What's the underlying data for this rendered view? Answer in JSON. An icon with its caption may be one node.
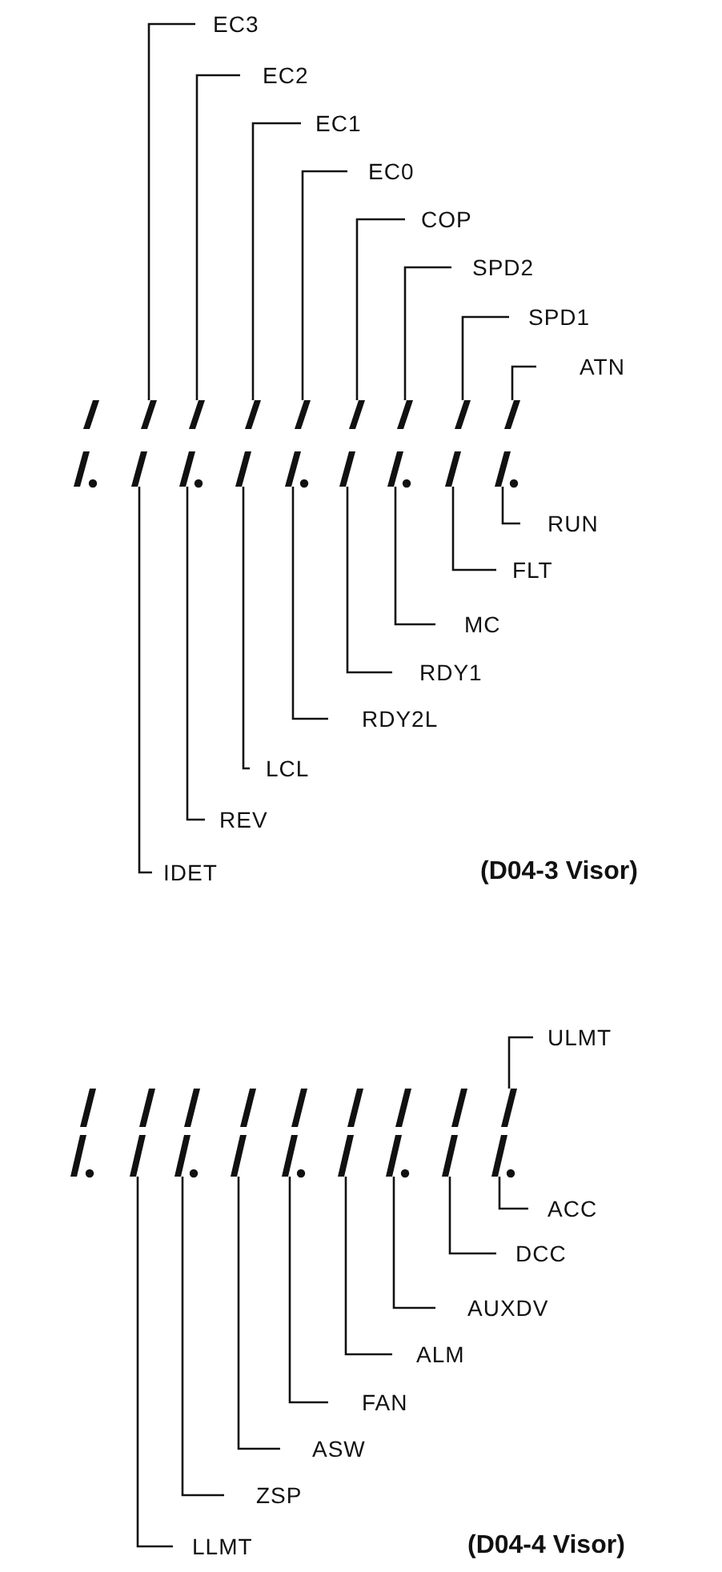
{
  "diagram": {
    "nodes": [
      {
        "text": [
          "EC3"
        ]
      },
      {
        "text": [
          "EC2"
        ]
      },
      {
        "text": [
          "EC1"
        ]
      },
      {
        "text": [
          "EC0"
        ]
      },
      {
        "text": [
          "COP"
        ]
      },
      {
        "text": [
          "SPD2"
        ]
      },
      {
        "text": [
          "SPD1"
        ]
      },
      {
        "text": [
          "ATN"
        ]
      },
      {
        "text": [],
        "shape": "bar"
      },
      {
        "text": [],
        "shape": "bar"
      },
      {
        "text": [],
        "shape": "bar"
      },
      {
        "text": [],
        "shape": "bar"
      },
      {
        "text": [],
        "shape": "bar"
      },
      {
        "text": [],
        "shape": "bar"
      },
      {
        "text": [],
        "shape": "bar"
      },
      {
        "text": [],
        "shape": "bar"
      },
      {
        "text": [],
        "shape": "bar"
      },
      {
        "text": [],
        "shape": "bar"
      },
      {
        "text": [],
        "shape": "bar"
      },
      {
        "text": [],
        "shape": "bar"
      },
      {
        "text": [],
        "shape": "bar"
      },
      {
        "text": [],
        "shape": "bar"
      },
      {
        "text": [],
        "shape": "bar"
      },
      {
        "text": [],
        "shape": "bar"
      },
      {
        "text": [
          "RUN"
        ]
      },
      {
        "text": [
          "FLT"
        ]
      },
      {
        "text": [
          "MC"
        ]
      },
      {
        "text": [
          "RDY1"
        ]
      },
      {
        "text": [
          "RDY2L"
        ]
      },
      {
        "text": [
          "LCL"
        ]
      },
      {
        "text": [
          "REV"
        ]
      },
      {
        "text": [
          "IDET"
        ]
      },
      {
        "text": [
          "ULMT"
        ]
      },
      {
        "text": [],
        "shape": "bar"
      },
      {
        "text": [],
        "shape": "bar"
      },
      {
        "text": [],
        "shape": "bar"
      },
      {
        "text": [],
        "shape": "bar"
      },
      {
        "text": [],
        "shape": "bar"
      },
      {
        "text": [],
        "shape": "bar"
      },
      {
        "text": [],
        "shape": "bar"
      },
      {
        "text": [],
        "shape": "bar"
      },
      {
        "text": [],
        "shape": "bar"
      },
      {
        "text": [
          "ACC"
        ]
      },
      {
        "text": [
          "DCC"
        ]
      },
      {
        "text": [
          "AUXDV"
        ]
      },
      {
        "text": [
          "ALM"
        ]
      },
      {
        "text": [
          "FAN"
        ]
      },
      {
        "text": [
          "ASW"
        ]
      },
      {
        "text": [
          "ZSP"
        ]
      },
      {
        "text": [
          "LLMT"
        ]
      }
    ],
    "edges": [
      {
        "from": 0,
        "to": 8,
        "arrow": "none"
      },
      {
        "from": 1,
        "to": 9,
        "arrow": "none"
      },
      {
        "from": 2,
        "to": 10,
        "arrow": "none"
      },
      {
        "from": 3,
        "to": 11,
        "arrow": "none"
      },
      {
        "from": 4,
        "to": 12,
        "arrow": "none"
      },
      {
        "from": 5,
        "to": 13,
        "arrow": "none"
      },
      {
        "from": 6,
        "to": 14,
        "arrow": "none"
      },
      {
        "from": 7,
        "to": 15,
        "arrow": "none"
      },
      {
        "from": 24,
        "to": 23,
        "arrow": "none"
      },
      {
        "from": 25,
        "to": 22,
        "arrow": "none"
      },
      {
        "from": 26,
        "to": 21,
        "arrow": "none"
      },
      {
        "from": 27,
        "to": 20,
        "arrow": "none"
      },
      {
        "from": 28,
        "to": 19,
        "arrow": "none"
      },
      {
        "from": 29,
        "to": 18,
        "arrow": "none"
      },
      {
        "from": 30,
        "to": 17,
        "arrow": "none"
      },
      {
        "from": 31,
        "to": 16,
        "arrow": "none"
      },
      {
        "from": 32,
        "to": 33,
        "arrow": "none"
      },
      {
        "from": 42,
        "to": 41,
        "arrow": "none"
      },
      {
        "from": 43,
        "to": 40,
        "arrow": "none"
      },
      {
        "from": 44,
        "to": 39,
        "arrow": "none"
      },
      {
        "from": 45,
        "to": 38,
        "arrow": "none"
      },
      {
        "from": 46,
        "to": 37,
        "arrow": "none"
      },
      {
        "from": 47,
        "to": 36,
        "arrow": "none"
      },
      {
        "from": 48,
        "to": 35,
        "arrow": "none"
      },
      {
        "from": 49,
        "to": 34,
        "arrow": "none"
      }
    ],
    "labels": [
      "(D04-3 Visor)",
      "(D04-4 Visor)"
    ]
  }
}
